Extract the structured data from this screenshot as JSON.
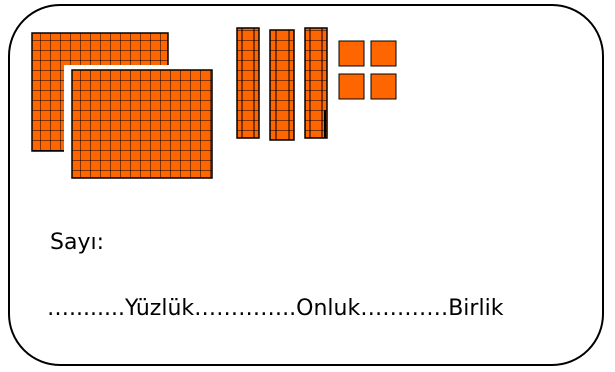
{
  "labels": {
    "sayi": "Sayı:",
    "hundreds_blank": "…........",
    "hundreds": "Yüzlük",
    "tens_blank": "…………..",
    "tens": "Onluk",
    "ones_blank": "…………",
    "ones": "Birlik"
  },
  "blocks": {
    "hundreds_count": 2,
    "tens_count": 3,
    "ones_count": 4
  },
  "colors": {
    "block_fill": "#ff6600",
    "grid_line": "#000000"
  }
}
